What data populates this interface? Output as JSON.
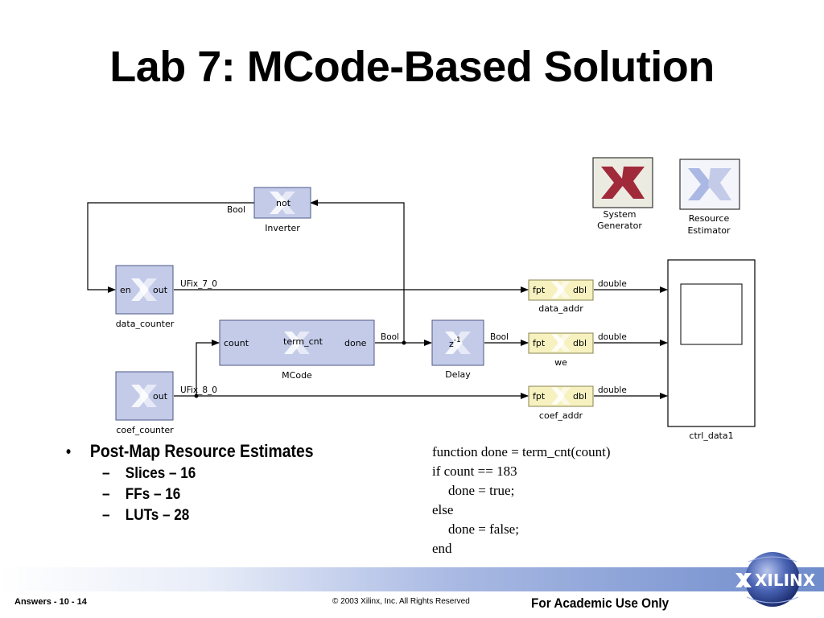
{
  "title": "Lab 7: MCode-Based Solution",
  "diagram": {
    "blocks": {
      "inverter": {
        "label": "Inverter",
        "port": "not"
      },
      "data_counter": {
        "label": "data_counter",
        "in_port": "en",
        "out_port": "out"
      },
      "coef_counter": {
        "label": "coef_counter",
        "out_port": "out"
      },
      "mcode": {
        "label": "MCode",
        "in_port": "count",
        "fn": "term_cnt",
        "out_port": "done"
      },
      "delay": {
        "label": "Delay",
        "fn": "z",
        "exp": "-1"
      },
      "data_addr": {
        "label": "data_addr",
        "in_port": "fpt",
        "out_port": "dbl"
      },
      "we": {
        "label": "we",
        "in_port": "fpt",
        "out_port": "dbl"
      },
      "coef_addr": {
        "label": "coef_addr",
        "in_port": "fpt",
        "out_port": "dbl"
      },
      "scope": {
        "label": "ctrl_data1"
      },
      "system_generator": {
        "line1": "System",
        "line2": "Generator"
      },
      "resource_estimator": {
        "line1": "Resource",
        "line2": "Estimator"
      }
    },
    "signals": {
      "inverter_out": "Bool",
      "data_counter_out": "UFix_7_0",
      "coef_counter_out": "UFix_8_0",
      "mcode_out": "Bool",
      "delay_out": "Bool",
      "data_addr_out": "double",
      "we_out": "double",
      "coef_addr_out": "double"
    }
  },
  "bullets": {
    "main": "Post-Map Resource Estimates",
    "items": [
      "Slices – 16",
      "FFs – 16",
      "LUTs – 28"
    ]
  },
  "code": [
    "function done = term_cnt(count)",
    "if count == 183",
    "done = true;",
    "else",
    "done = false;",
    "end"
  ],
  "footer": {
    "left": "Answers  -  10 - 14",
    "middle": "© 2003 Xilinx, Inc. All Rights Reserved",
    "right": "For Academic Use Only",
    "logo": "XILINX"
  },
  "colors": {
    "xilinx_block": "#c3cbe9",
    "convert_block": "#f6f1bf",
    "sysgen_red": "#a02a3a",
    "footer_blue": "#6f8ccc"
  }
}
